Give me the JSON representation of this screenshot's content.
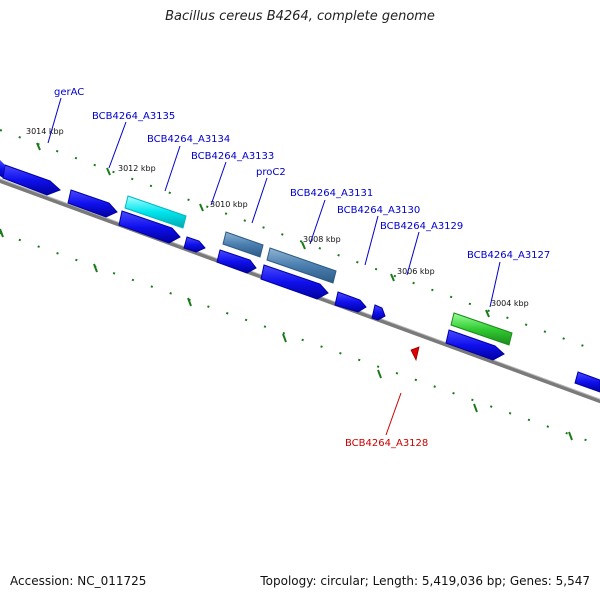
{
  "title": "Bacillus cereus B4264, complete genome",
  "footer": {
    "accession": "Accession: NC_011725",
    "summary": "Topology: circular; Length: 5,419,036 bp; Genes: 5,547"
  },
  "ticks": [
    "3014 kbp",
    "3012 kbp",
    "3010 kbp",
    "3008 kbp",
    "3006 kbp",
    "3004 kbp"
  ],
  "genes": [
    {
      "label": "gerAC"
    },
    {
      "label": "BCB4264_A3135"
    },
    {
      "label": "BCB4264_A3134"
    },
    {
      "label": "BCB4264_A3133"
    },
    {
      "label": "proC2"
    },
    {
      "label": "BCB4264_A3131"
    },
    {
      "label": "BCB4264_A3130"
    },
    {
      "label": "BCB4264_A3129"
    },
    {
      "label": "BCB4264_A3127"
    },
    {
      "label": "BCB4264_A3128"
    }
  ],
  "colors": {
    "label": "#0000cc",
    "label_red": "#cc0000",
    "gene_blue": "#1010ee",
    "gene_cyan": "#00e5ee",
    "gene_steel": "#4a7fb0",
    "gene_green": "#33cc33",
    "backbone": "#808080",
    "tick": "#1a7a1a"
  }
}
